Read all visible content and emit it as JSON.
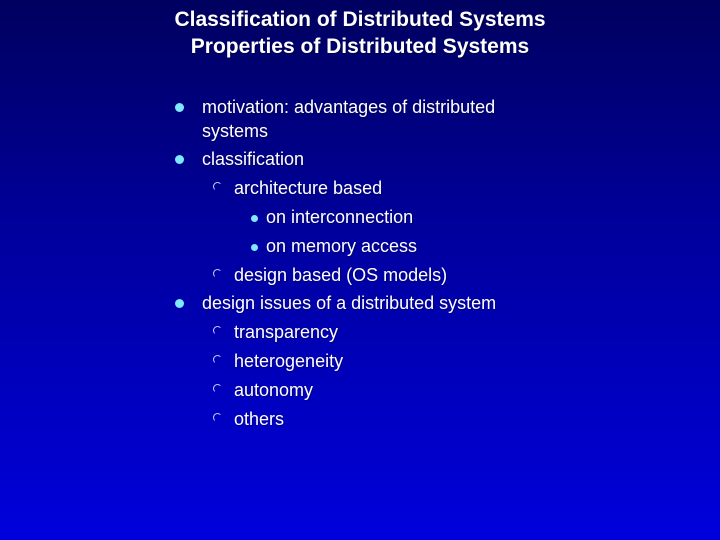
{
  "slide": {
    "title_line1": "Classification of Distributed Systems",
    "title_line2": "Properties of Distributed Systems",
    "bullets": [
      {
        "level": 1,
        "text": "motivation: advantages of distributed",
        "cont": "systems"
      },
      {
        "level": 1,
        "text": "classification"
      },
      {
        "level": 2,
        "text": "architecture based"
      },
      {
        "level": 3,
        "text": "on interconnection"
      },
      {
        "level": 3,
        "text": "on memory access"
      },
      {
        "level": 2,
        "text": "design based (OS models)"
      },
      {
        "level": 1,
        "text": "design issues of a distributed system"
      },
      {
        "level": 2,
        "text": "transparency"
      },
      {
        "level": 2,
        "text": "heterogeneity"
      },
      {
        "level": 2,
        "text": "autonomy"
      },
      {
        "level": 2,
        "text": "others"
      }
    ],
    "colors": {
      "background_top": "#00005f",
      "background_bottom": "#0000dc",
      "bullet_accent": "#7fe8ff",
      "text": "#ffffff"
    }
  }
}
